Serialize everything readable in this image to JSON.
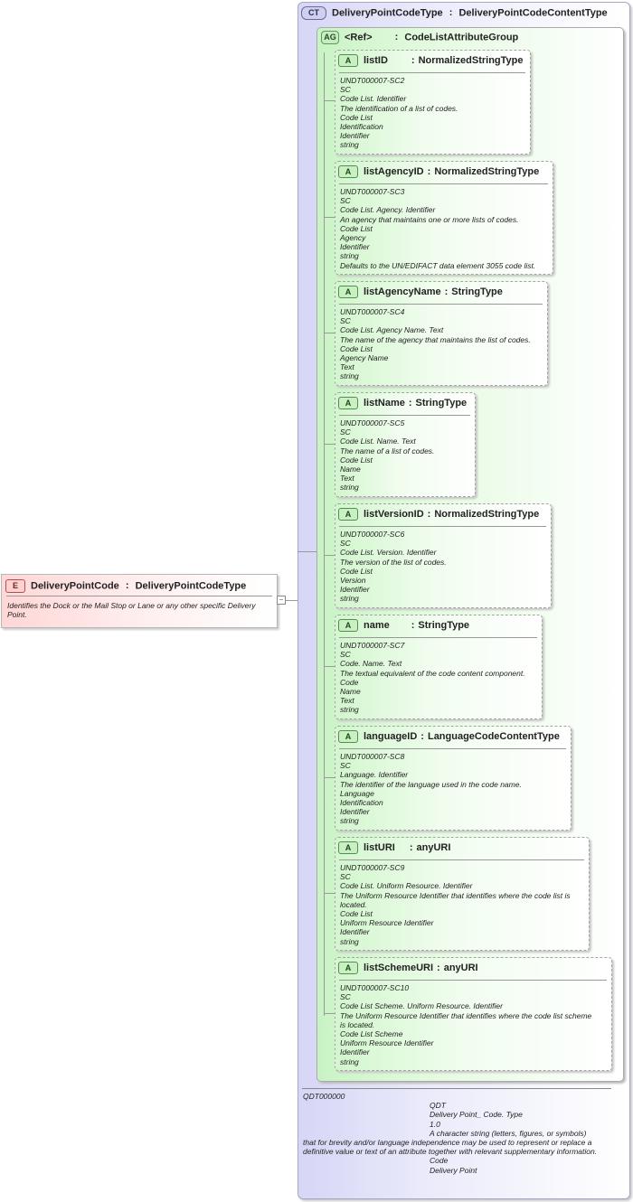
{
  "element": {
    "badge": "E",
    "name": "DeliveryPointCode",
    "type": "DeliveryPointCodeType",
    "documentation": "Identifies the Dock or the Mail Stop or Lane or any other specific Delivery Point."
  },
  "complex_type": {
    "badge": "CT",
    "name": "DeliveryPointCodeType",
    "base": "DeliveryPointCodeContentType",
    "doc_lines": [
      "QDT000000",
      "QDT",
      "Delivery Point_ Code. Type",
      "1.0",
      "A character string (letters, figures, or symbols)",
      "that for brevity and/or language independence may be used to represent or replace a definitive value or text of an attribute together with relevant supplementary information.",
      "Code",
      "Delivery Point"
    ]
  },
  "attribute_group": {
    "badge": "AG",
    "ref": "<Ref>",
    "name": "CodeListAttributeGroup"
  },
  "separator": ":",
  "attributes": [
    {
      "badge": "A",
      "name": "listID",
      "type": "NormalizedStringType",
      "doc": [
        "UNDT000007-SC2",
        "SC",
        "Code List. Identifier",
        "The identification of a list of codes.",
        "Code List",
        "Identification",
        "Identifier",
        "string"
      ]
    },
    {
      "badge": "A",
      "name": "listAgencyID",
      "type": "NormalizedStringType",
      "doc": [
        "UNDT000007-SC3",
        "SC",
        "Code List. Agency. Identifier",
        "An agency that maintains one or more lists of codes.",
        "Code List",
        "Agency",
        "Identifier",
        "string",
        "Defaults to the UN/EDIFACT data element 3055 code list."
      ]
    },
    {
      "badge": "A",
      "name": "listAgencyName",
      "type": "StringType",
      "doc": [
        "UNDT000007-SC4",
        "SC",
        "Code List. Agency Name. Text",
        "The name of the agency that maintains the list of codes.",
        "Code List",
        "Agency Name",
        "Text",
        "string"
      ]
    },
    {
      "badge": "A",
      "name": "listName",
      "type": "StringType",
      "doc": [
        "UNDT000007-SC5",
        "SC",
        "Code List. Name. Text",
        "The name of a list of codes.",
        "Code List",
        "Name",
        "Text",
        "string"
      ]
    },
    {
      "badge": "A",
      "name": "listVersionID",
      "type": "NormalizedStringType",
      "doc": [
        "UNDT000007-SC6",
        "SC",
        "Code List. Version. Identifier",
        "The version of the list of codes.",
        "Code List",
        "Version",
        "Identifier",
        "string"
      ]
    },
    {
      "badge": "A",
      "name": "name",
      "type": "StringType",
      "doc": [
        "UNDT000007-SC7",
        "SC",
        "Code. Name. Text",
        "The textual equivalent of the code content component.",
        "Code",
        "Name",
        "Text",
        "string"
      ]
    },
    {
      "badge": "A",
      "name": "languageID",
      "type": "LanguageCodeContentType",
      "doc": [
        "UNDT000007-SC8",
        "SC",
        "Language. Identifier",
        "The identifier of the language used in the code name.",
        "Language",
        "Identification",
        "Identifier",
        "string"
      ]
    },
    {
      "badge": "A",
      "name": "listURI",
      "type": "anyURI",
      "doc": [
        "UNDT000007-SC9",
        "SC",
        "Code List. Uniform Resource. Identifier",
        "The Uniform Resource Identifier that identifies where the code list is",
        "located.",
        "Code List",
        "Uniform Resource Identifier",
        "Identifier",
        "string"
      ]
    },
    {
      "badge": "A",
      "name": "listSchemeURI",
      "type": "anyURI",
      "doc": [
        "UNDT000007-SC10",
        "SC",
        "Code List Scheme. Uniform Resource. Identifier",
        "The Uniform Resource Identifier that identifies where the code list scheme",
        "is located.",
        "Code List Scheme",
        "Uniform Resource Identifier",
        "Identifier",
        "string"
      ]
    }
  ]
}
